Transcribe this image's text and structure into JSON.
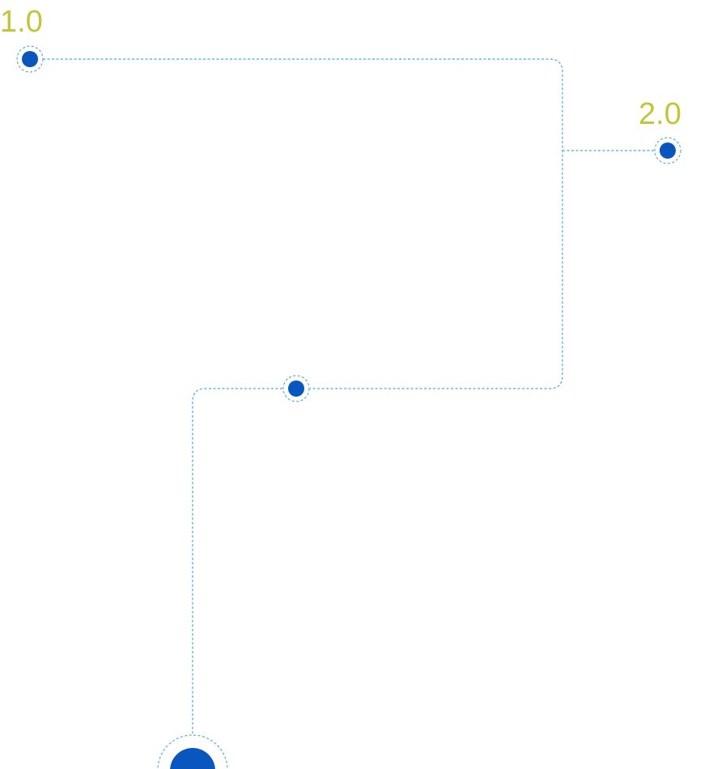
{
  "colors": {
    "line": "#4aa6dd",
    "node": "#0a56bf",
    "label": "#c4c43a",
    "background": "#ffffff"
  },
  "nodes": [
    {
      "id": "node-1",
      "label": "1.0"
    },
    {
      "id": "node-2",
      "label": "2.0"
    },
    {
      "id": "node-middle",
      "label": ""
    },
    {
      "id": "node-bottom",
      "label": ""
    }
  ]
}
